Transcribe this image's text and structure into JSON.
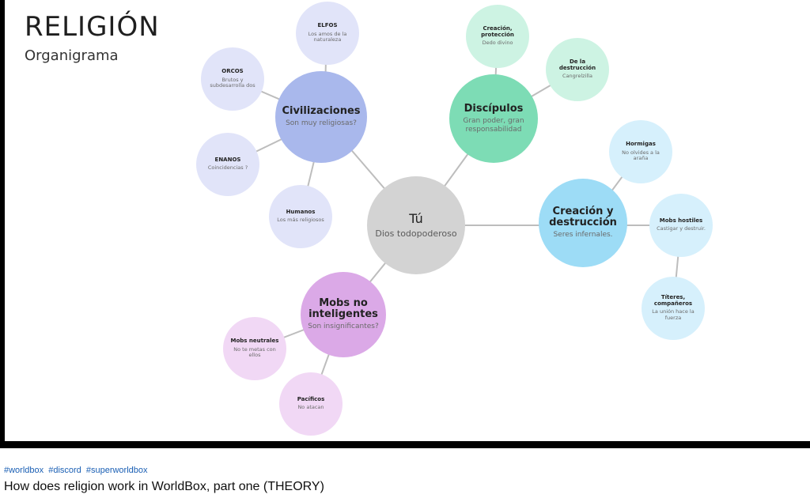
{
  "slide": {
    "title": "RELIGIÓN",
    "subtitle": "Organigrama"
  },
  "center": {
    "title": "Tú",
    "text": "Dios todopoderoso"
  },
  "groups": {
    "civilizaciones": {
      "title": "Civilizaciones",
      "text": "Son muy religiosas?"
    },
    "discipulos": {
      "title": "Discípulos",
      "text": "Gran poder, gran responsabilidad"
    },
    "creacion": {
      "title": "Creación y destrucción",
      "text": "Seres infernales."
    },
    "mobs": {
      "title": "Mobs no inteligentes",
      "text": "Son insignificantes?"
    }
  },
  "leaves": {
    "elfos": {
      "title": "ELFOS",
      "text": "Los amos de la naturaleza"
    },
    "orcos": {
      "title": "ORCOS",
      "text": "Brutos y subdesarrolla dos"
    },
    "enanos": {
      "title": "ENANOS",
      "text": "Coincidencias ?"
    },
    "humanos": {
      "title": "Humanos",
      "text": "Los más religiosos"
    },
    "proteccion": {
      "title": "Creación, protección",
      "text": "Dedo divino"
    },
    "destruccion": {
      "title": "De la destrucción",
      "text": "Cangrelzilla"
    },
    "hormigas": {
      "title": "Hormigas",
      "text": "No olvides a la araña"
    },
    "hostiles": {
      "title": "Mobs hostiles",
      "text": "Castigar y destruir."
    },
    "titeres": {
      "title": "Títeres, compañeros",
      "text": "La unión hace la fuerza"
    },
    "neutrales": {
      "title": "Mobs neutrales",
      "text": "No te metas con ellos"
    },
    "pacificos": {
      "title": "Pacíficos",
      "text": "No atacan"
    }
  },
  "colors": {
    "center": "#d3d3d3",
    "civilizaciones": "#a9b8ec",
    "civ_leaf": "#e1e4f9",
    "discipulos": "#7ddcb5",
    "disc_leaf": "#cdf3e3",
    "creacion": "#9ddcf6",
    "crea_leaf": "#d6f0fc",
    "mobs": "#dba9e7",
    "mobs_leaf": "#f1d8f5",
    "hashtag": "#1a5fb4"
  },
  "footer": {
    "hashtags": [
      "#worldbox",
      "#discord",
      "#superworldbox"
    ],
    "video_title": "How does religion work in WorldBox, part one (THEORY)"
  }
}
